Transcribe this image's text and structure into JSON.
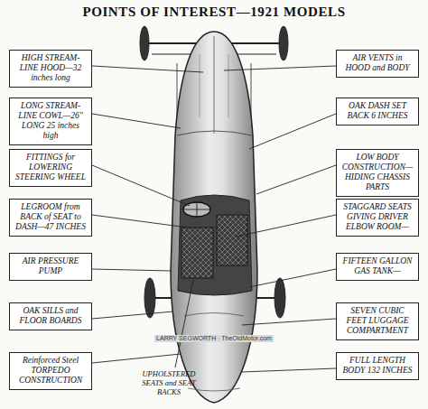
{
  "diagram": {
    "title": "POINTS OF INTEREST—1921 MODELS",
    "nodes": [
      {
        "text": [
          "HIGH STREAM-LINE HOOD—32 inches long"
        ]
      },
      {
        "text": [
          "LONG STREAM-LINE COWL—26\" LONG 25 inches high"
        ]
      },
      {
        "text": [
          "FITTINGS for LOWERING STEERING WHEEL"
        ]
      },
      {
        "text": [
          "LEGROOM from BACK of SEAT to DASH—47 INCHES"
        ]
      },
      {
        "text": [
          "AIR PRESSURE PUMP"
        ]
      },
      {
        "text": [
          "OAK SILLS and FLOOR BOARDS"
        ]
      },
      {
        "text": [
          "Reinforced Steel TORPEDO CONSTRUCTION"
        ]
      },
      {
        "text": [
          "AIR VENTS in HOOD and BODY"
        ]
      },
      {
        "text": [
          "OAK DASH SET BACK 6 INCHES"
        ]
      },
      {
        "text": [
          "LOW BODY CONSTRUCTION—HIDING CHASSIS PARTS"
        ]
      },
      {
        "text": [
          "STAGGARD SEATS GIVING DRIVER ELBOW ROOM—"
        ]
      },
      {
        "text": [
          "FIFTEEN GALLON GAS TANK—"
        ]
      },
      {
        "text": [
          "SEVEN CUBIC FEET LUGGAGE COMPARTMENT"
        ]
      },
      {
        "text": [
          "FULL LENGTH BODY 132 INCHES"
        ]
      }
    ],
    "labels": [
      "UPHOLSTERED SEATS and SEAT BACKS",
      "LARRY SEGWORTH · TheOldMotor.com"
    ]
  }
}
